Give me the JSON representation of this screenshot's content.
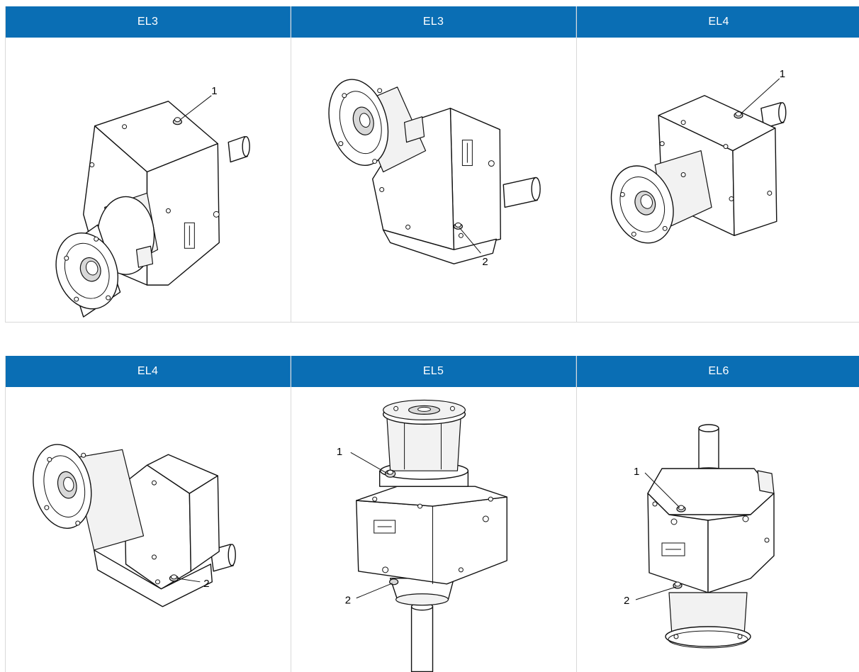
{
  "rows": [
    {
      "cells": [
        {
          "header": "EL3",
          "callouts": [
            "1"
          ],
          "illustration": "gearbox-el3-view-a"
        },
        {
          "header": "EL3",
          "callouts": [
            "2"
          ],
          "illustration": "gearbox-el3-view-b"
        },
        {
          "header": "EL4",
          "callouts": [
            "1"
          ],
          "illustration": "gearbox-el4-view-a"
        }
      ]
    },
    {
      "cells": [
        {
          "header": "EL4",
          "callouts": [
            "2"
          ],
          "illustration": "gearbox-el4-view-b"
        },
        {
          "header": "EL5",
          "callouts": [
            "1",
            "2"
          ],
          "illustration": "gearbox-el5"
        },
        {
          "header": "EL6",
          "callouts": [
            "1",
            "2"
          ],
          "illustration": "gearbox-el6"
        }
      ]
    }
  ],
  "colors": {
    "header_bg": "#0a6eb4",
    "header_text": "#ffffff",
    "grid_line": "#d9d9d9"
  }
}
